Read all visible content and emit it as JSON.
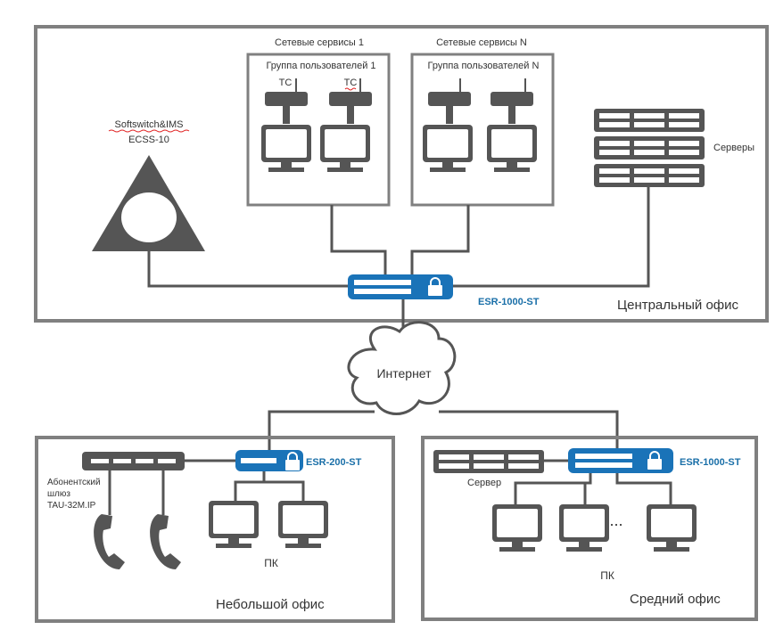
{
  "central_office": {
    "label": "Центральный офис",
    "softswitch_name": "Softswitch&IMS",
    "softswitch_model": "ECSS-10",
    "group1_service": "Сетевые сервисы 1",
    "group1_users": "Группа пользователей 1",
    "groupN_service": "Сетевые сервисы N",
    "groupN_users": "Группа пользователей N",
    "tc_label_1": "ТС",
    "tc_label_2": "ТС",
    "servers_label": "Серверы",
    "router_label": "ESR-1000-ST"
  },
  "internet": {
    "label": "Интернет"
  },
  "small_office": {
    "label": "Небольшой офис",
    "gateway_line1": "Абонентский",
    "gateway_line2": "шлюз",
    "gateway_line3": "TAU-32M.IP",
    "router_label": "ESR-200-ST",
    "pc_label": "ПК"
  },
  "medium_office": {
    "label": "Средний офис",
    "server_label": "Сервер",
    "router_label": "ESR-1000-ST",
    "pc_label": "ПК",
    "ellipsis": "..."
  },
  "colors": {
    "frame": "#808080",
    "device": "#555555",
    "router_blue": "#1a73b8",
    "label_blue": "#1a6fa8"
  }
}
